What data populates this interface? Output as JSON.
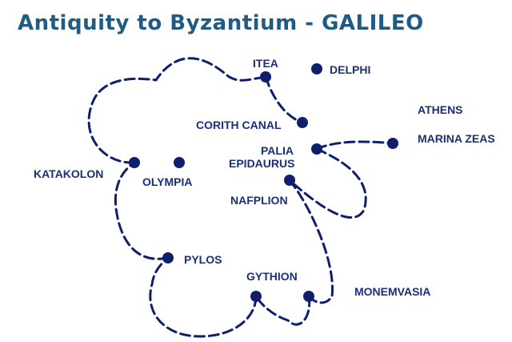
{
  "title": "Antiquity to Byzantium - GALILEO",
  "colors": {
    "title": "#1f5b85",
    "route": "#0f1f6e",
    "label": "#1a2f77"
  },
  "ports": {
    "itea": "ITEA",
    "delphi": "DELPHI",
    "athens": "ATHENS",
    "corinth_canal": "CORITH CANAL",
    "marina_zeas": "MARINA ZEAS",
    "palia": "PALIA",
    "epidaurus": "EPIDAURUS",
    "katakolon": "KATAKOLON",
    "olympia": "OLYMPIA",
    "nafplion": "NAFPLION",
    "pylos": "PYLOS",
    "gythion": "GYTHION",
    "monemvasia": "MONEMVASIA"
  }
}
